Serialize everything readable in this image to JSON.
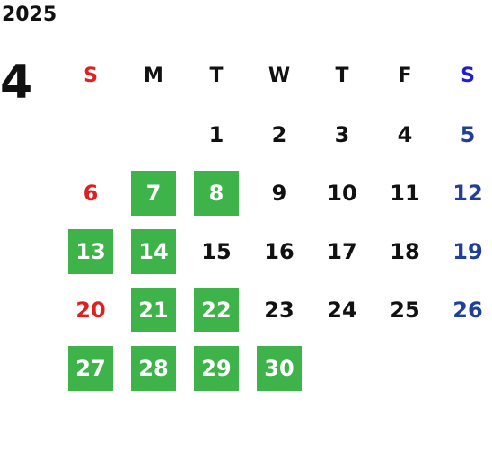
{
  "year": "2025",
  "month": "4",
  "weekdays": [
    "S",
    "M",
    "T",
    "W",
    "T",
    "F",
    "S"
  ],
  "colors": {
    "sunday": "#e02020",
    "saturday_header": "#1f1fd0",
    "saturday_dates": "#1f3f9a",
    "highlight": "#3db34a",
    "text": "#111111"
  },
  "weeks": [
    [
      null,
      null,
      {
        "d": "1"
      },
      {
        "d": "2"
      },
      {
        "d": "3"
      },
      {
        "d": "4"
      },
      {
        "d": "5"
      }
    ],
    [
      {
        "d": "6"
      },
      {
        "d": "7",
        "hl": true
      },
      {
        "d": "8",
        "hl": true
      },
      {
        "d": "9"
      },
      {
        "d": "10"
      },
      {
        "d": "11"
      },
      {
        "d": "12"
      }
    ],
    [
      {
        "d": "13",
        "hl": true
      },
      {
        "d": "14",
        "hl": true
      },
      {
        "d": "15"
      },
      {
        "d": "16"
      },
      {
        "d": "17"
      },
      {
        "d": "18"
      },
      {
        "d": "19"
      }
    ],
    [
      {
        "d": "20"
      },
      {
        "d": "21",
        "hl": true
      },
      {
        "d": "22",
        "hl": true
      },
      {
        "d": "23"
      },
      {
        "d": "24"
      },
      {
        "d": "25"
      },
      {
        "d": "26"
      }
    ],
    [
      {
        "d": "27",
        "hl": true
      },
      {
        "d": "28",
        "hl": true
      },
      {
        "d": "29",
        "hl": true
      },
      {
        "d": "30",
        "hl": true
      },
      null,
      null,
      null
    ]
  ]
}
